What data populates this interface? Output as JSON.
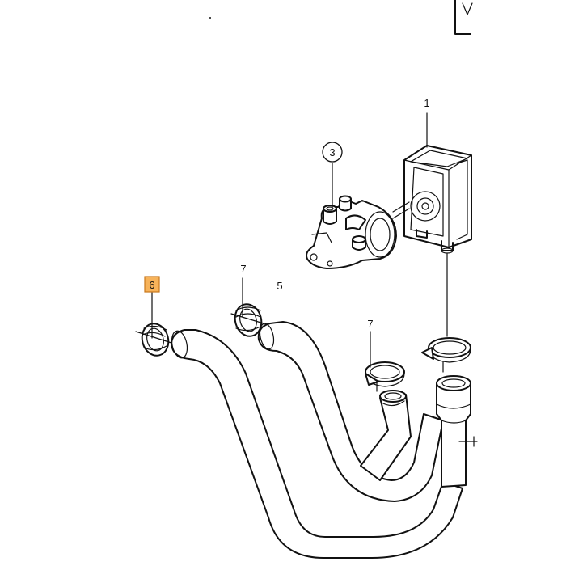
{
  "diagram": {
    "callouts": [
      {
        "id": "c1",
        "label": "1"
      },
      {
        "id": "c3",
        "label": "3"
      },
      {
        "id": "c5",
        "label": "5"
      },
      {
        "id": "c6",
        "label": "6",
        "highlighted": true
      },
      {
        "id": "c7a",
        "label": "7"
      },
      {
        "id": "c7b",
        "label": "7"
      }
    ],
    "colors": {
      "highlight_fill": "#f7b35a",
      "highlight_border": "#c9771a",
      "line": "#111111",
      "background": "#ffffff"
    }
  }
}
